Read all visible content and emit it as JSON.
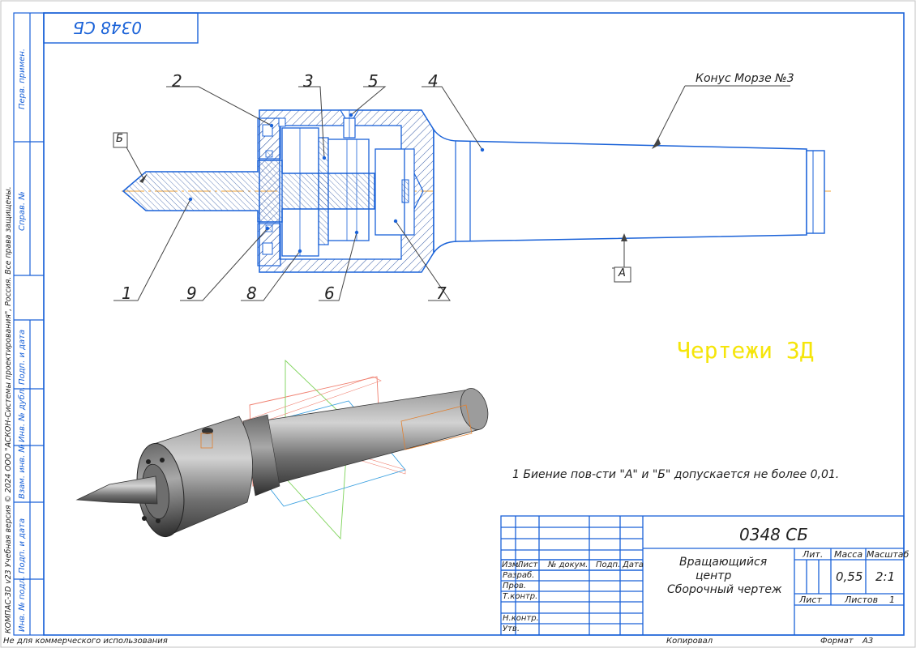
{
  "stamp_top": "0348 СБ",
  "side_labels": {
    "perv_primen": "Перв. примен.",
    "sprav_no": "Справ. №",
    "podp_data_1": "Подп. и дата",
    "inv_dubl": "Инв. № дубл.",
    "vzam_inv": "Взам. инв. №",
    "podp_data_2": "Подп. и дата",
    "inv_podl": "Инв. № подл."
  },
  "kompas_vertical": "КОМПАС-3D v23 Учебная версия © 2024 ООО \"АСКОН-Системы проектирования\", Россия. Все права защищены.",
  "callouts": [
    "1",
    "2",
    "3",
    "4",
    "5",
    "6",
    "7",
    "8",
    "9"
  ],
  "base_marks": {
    "a": "А",
    "b": "Б"
  },
  "morse_label": "Конус Морзе №3",
  "watermark": "Чертежи 3Д",
  "note": "1 Биение пов-сти \"А\" и \"Б\" допускается не более 0,01.",
  "title_block": {
    "designation": "0348 СБ",
    "name_line1": "Вращающийся",
    "name_line2": "центр",
    "name_line3": "Сборочный чертеж",
    "header_izm": "Изм.",
    "header_list": "Лист",
    "header_doc": "№ докум.",
    "header_podp": "Подп.",
    "header_data": "Дата",
    "row_razrab": "Разраб.",
    "row_prov": "Пров.",
    "row_tkontr": "Т.контр.",
    "row_nkontr": "Н.контр.",
    "row_utv": "Утв.",
    "lit_label": "Лит.",
    "mass_label": "Масса",
    "scale_label": "Масштаб",
    "mass_value": "0,55",
    "scale_value": "2:1",
    "sheet_label": "Лист",
    "sheets_label": "Листов",
    "sheets_value": "1"
  },
  "footer": {
    "noncommercial": "Не для коммерческого использования",
    "copied": "Копировал",
    "format_label": "Формат",
    "format_value": "А3"
  },
  "colors": {
    "line": "#1a62d8",
    "axis": "#f0a030",
    "watermark": "#f5e50a",
    "hatch": "#1a62d8"
  }
}
